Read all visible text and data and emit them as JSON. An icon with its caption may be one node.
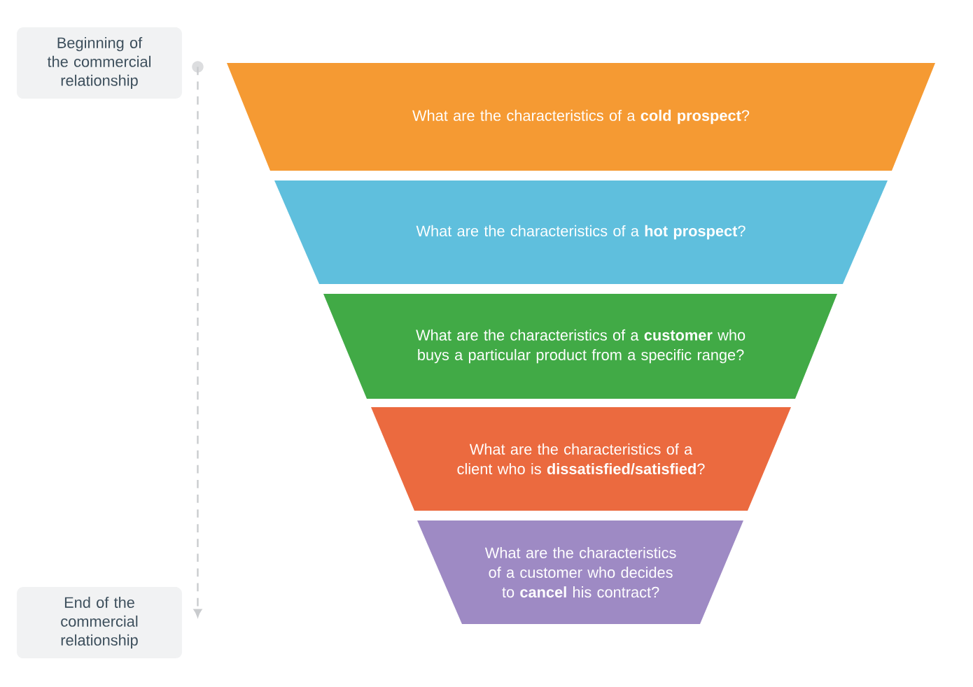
{
  "diagram": {
    "nodes": [
      {
        "text": [
          "Beginning of the commercial relationship"
        ]
      },
      {
        "text": [
          "What are the characteristics of a **cold prospect**?"
        ]
      },
      {
        "text": [
          "What are the characteristics of a **hot prospect**?"
        ]
      },
      {
        "text": [
          "What are the characteristics of a **customer** who buys a particular product from a specific range?"
        ]
      },
      {
        "text": [
          "What are the characteristics of a client who is **dissatisfied/satisfied**?"
        ]
      },
      {
        "text": [
          "What are the characteristics of a customer who decides to **cancel** his contract?"
        ]
      },
      {
        "text": [
          "End of the commercial relationship"
        ]
      }
    ],
    "edges": [
      {
        "from": 0,
        "to": 6,
        "arrow": "to",
        "style": "dashed"
      }
    ]
  }
}
